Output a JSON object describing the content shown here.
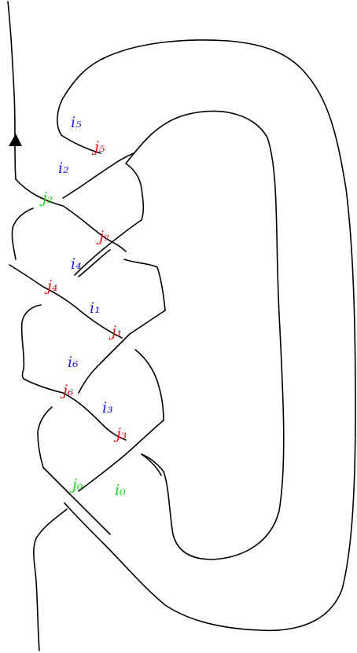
{
  "colors": {
    "blue": "#1f1fd6",
    "red": "#e0161b",
    "green": "#19d419",
    "ink": "#000000"
  },
  "labels": [
    {
      "id": "i5",
      "text": "i₅",
      "color": "blue"
    },
    {
      "id": "j5",
      "text": "j₅",
      "color": "red"
    },
    {
      "id": "i2",
      "text": "i₂",
      "color": "blue"
    },
    {
      "id": "j2",
      "text": "j₂",
      "color": "green"
    },
    {
      "id": "j7",
      "text": "j₇",
      "color": "red"
    },
    {
      "id": "i4",
      "text": "i₄",
      "color": "blue"
    },
    {
      "id": "j4",
      "text": "j₄",
      "color": "red"
    },
    {
      "id": "i1",
      "text": "i₁",
      "color": "blue"
    },
    {
      "id": "j1",
      "text": "j₁",
      "color": "red"
    },
    {
      "id": "i6",
      "text": "i₆",
      "color": "blue"
    },
    {
      "id": "j6",
      "text": "j₆",
      "color": "red"
    },
    {
      "id": "i3",
      "text": "i₃",
      "color": "blue"
    },
    {
      "id": "j3",
      "text": "j₃",
      "color": "red"
    },
    {
      "id": "j0",
      "text": "j₀",
      "color": "green"
    },
    {
      "id": "i0",
      "text": "i₀",
      "color": "green"
    }
  ],
  "arrow_icon": "triangle-up"
}
